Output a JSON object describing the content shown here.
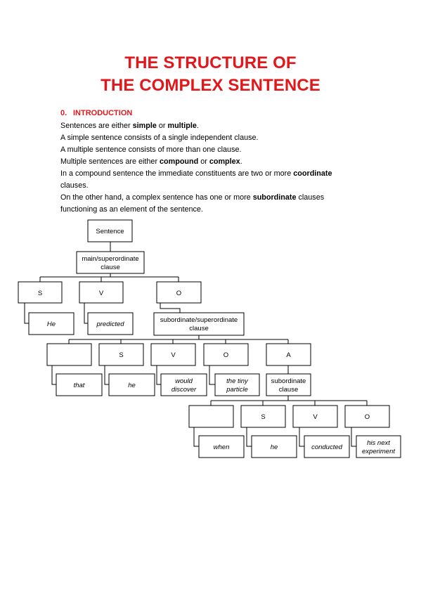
{
  "title": {
    "line1": "THE STRUCTURE OF",
    "line2": "THE COMPLEX SENTENCE"
  },
  "section": {
    "number": "0.",
    "heading": "INTRODUCTION"
  },
  "paragraphs": {
    "p1": {
      "a": "Sentences are either ",
      "b": "simple",
      "c": " or ",
      "d": "multiple",
      "e": "."
    },
    "p2": "A simple sentence consists of a single independent clause.",
    "p3": "A multiple sentence consists of more than one clause.",
    "p4": {
      "a": "Multiple sentences are either ",
      "b": "compound",
      "c": " or ",
      "d": "complex",
      "e": "."
    },
    "p5": {
      "a": "In a compound sentence the immediate constituents are two or more ",
      "b": "coordinate",
      "c": " clauses."
    },
    "p6": {
      "a": "On the other hand, a complex sentence has one or more ",
      "b": "subordinate",
      "c": " clauses functioning as an element of the sentence."
    }
  },
  "diagram": {
    "sentence": "Sentence",
    "main_clause": [
      "main/superordinate",
      "clause"
    ],
    "level1": {
      "s": "S",
      "v": "V",
      "o": "O"
    },
    "level1_words": {
      "s": "He",
      "v": "predicted"
    },
    "sub_super_clause": [
      "subordinate/superordinate",
      "clause"
    ],
    "level2": {
      "blank": "",
      "s": "S",
      "v": "V",
      "o": "O",
      "a": "A"
    },
    "level2_words": {
      "blank": "that",
      "s": "he",
      "v": [
        "would",
        "discover"
      ],
      "o": [
        "the tiny",
        "particle"
      ]
    },
    "sub_clause": [
      "subordinate",
      "clause"
    ],
    "level3": {
      "blank": "",
      "s": "S",
      "v": "V",
      "o": "O"
    },
    "level3_words": {
      "blank": "when",
      "s": "he",
      "v": "conducted",
      "o": [
        "his next",
        "experiment"
      ]
    }
  }
}
